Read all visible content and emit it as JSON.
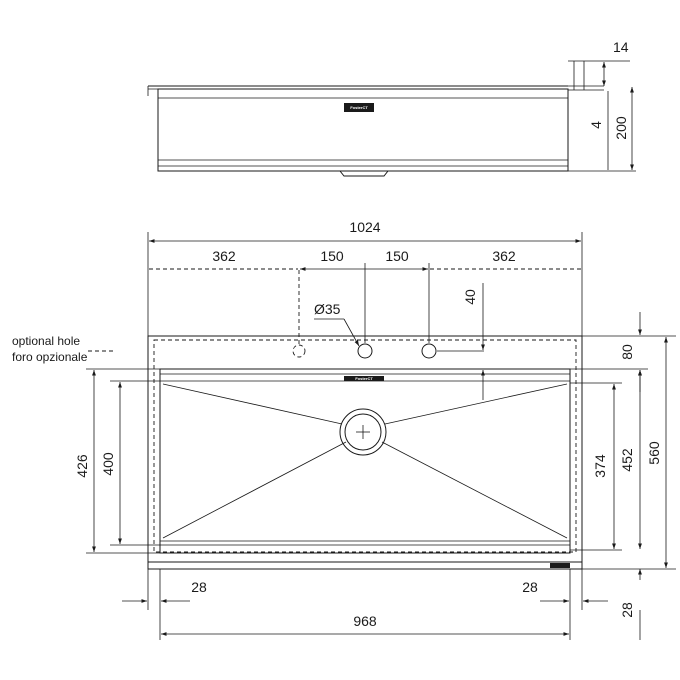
{
  "side_view": {
    "dim_top": "14",
    "dim_inner": "4",
    "dim_height": "200",
    "logo": "FosterCT"
  },
  "top_view": {
    "overall_width": "1024",
    "hole_spacing": [
      "362",
      "150",
      "150",
      "362"
    ],
    "hole_diameter": "Ø35",
    "hole_offset": "40",
    "deck_depth": "80",
    "overall_depth": "560",
    "outer_bowl_depth": "452",
    "inner_bowl_depth": "374",
    "left_outer_depth": "426",
    "left_inner_depth": "400",
    "margin_left": "28",
    "margin_right": "28",
    "margin_bottom": "28",
    "bottom_width": "968",
    "optional_hole_en": "optional hole",
    "optional_hole_it": "foro opzionale",
    "logo": "FosterCT"
  }
}
